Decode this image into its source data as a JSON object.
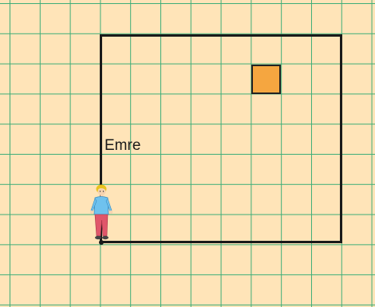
{
  "scene": {
    "character": {
      "name": "Emre",
      "icon": "child-boy-icon"
    },
    "target_tile": {
      "color": "#F5A640",
      "icon": "orange-square-tile"
    },
    "grid": {
      "line_color": "#3DAE78",
      "background_color": "#FFE4B8"
    },
    "path": {
      "shape": "rectangle",
      "color": "#1A1A1A"
    }
  }
}
